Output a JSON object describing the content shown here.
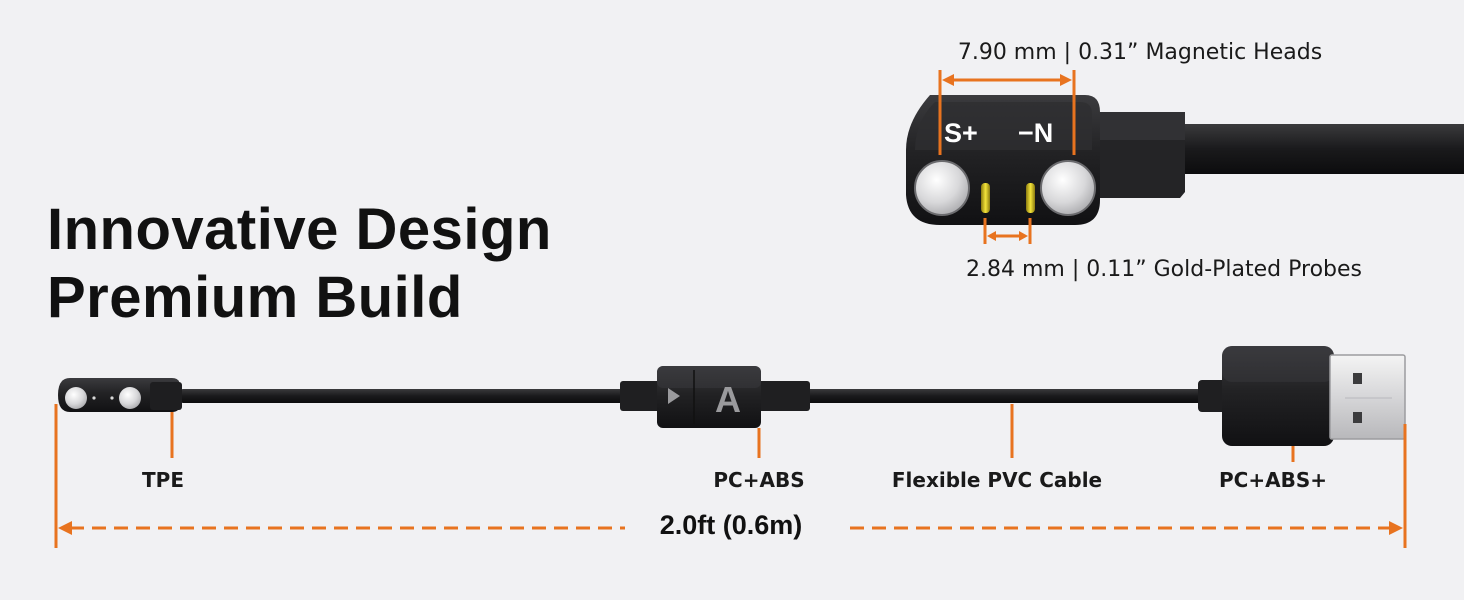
{
  "headline": {
    "line1": "Innovative Design",
    "line2": "Premium Build"
  },
  "magnetic_head": {
    "width_label": "7.90 mm | 0.31” Magnetic Heads",
    "probe_label": "2.84 mm | 0.11” Gold-Plated Probes",
    "pole_left": "S+",
    "pole_right": "−N"
  },
  "adapter_letter": "A",
  "materials": {
    "tpe": "TPE",
    "adapter": "PC+ABS",
    "cable": "Flexible PVC Cable",
    "usb": "PC+ABS+"
  },
  "cable_length": "2.0ft (0.6m)",
  "colors": {
    "accent": "#e8731f",
    "text": "#111111",
    "background": "#f1f1f3",
    "connector": "#1c1c1e",
    "probe": "#d4c020"
  }
}
